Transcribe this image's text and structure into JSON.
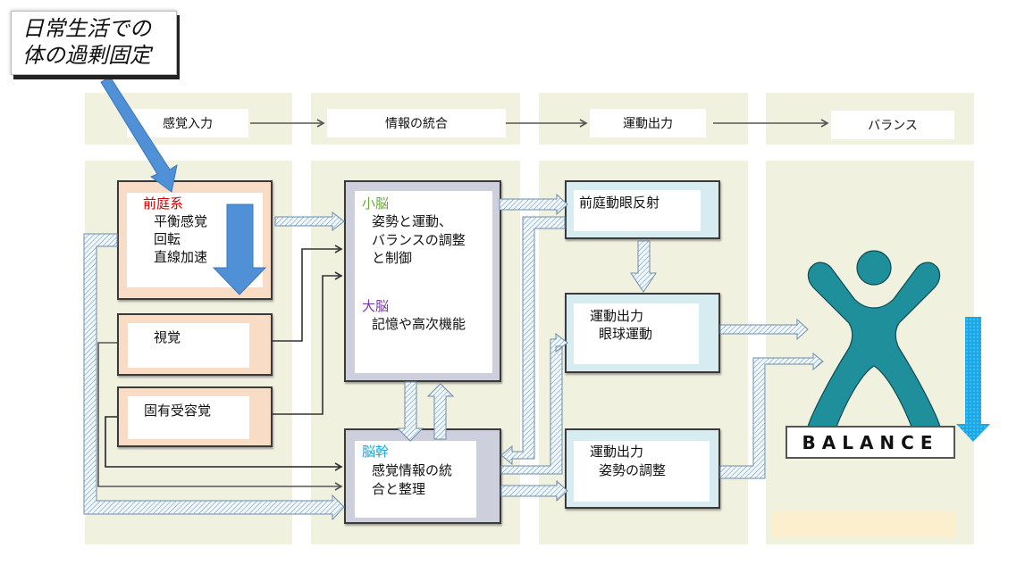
{
  "callout": {
    "line1": "日常生活での",
    "line2": "体の過剰固定"
  },
  "header": {
    "stages": [
      "感覚入力",
      "情報の統合",
      "運動出力",
      "バランス"
    ]
  },
  "sensory": {
    "vestibular": {
      "title": "前庭系",
      "items": [
        "平衡感覚",
        "回転",
        "直線加速"
      ]
    },
    "vision": {
      "title": "視覚"
    },
    "proprioception": {
      "title": "固有受容覚"
    }
  },
  "integration": {
    "cerebellum": {
      "title": "小脳",
      "lines": [
        "姿勢と運動、",
        "バランスの調整",
        "と制御"
      ]
    },
    "cerebrum": {
      "title": "大脳",
      "lines": [
        "記憶や高次機能"
      ]
    },
    "brainstem": {
      "title": "脳幹",
      "lines": [
        "感覚情報の統",
        "合と整理"
      ]
    }
  },
  "output": {
    "vor": {
      "title": "前庭動眼反射"
    },
    "eye": {
      "lines": [
        "運動出力",
        "眼球運動"
      ]
    },
    "posture": {
      "lines": [
        "運動出力",
        "姿勢の調整"
      ]
    }
  },
  "balance": {
    "label": "BALANCE"
  },
  "colors": {
    "column_bg": "#f1f1e0",
    "vestibular_title": "#d40000",
    "cerebellum_title": "#6aaa3a",
    "cerebrum_title": "#7a3a9a",
    "brainstem_title": "#1aa6d8",
    "figure": "#1f8f9c",
    "blue_arrow": "#4f90d6",
    "cyan_arrow": "#19a9e8"
  }
}
